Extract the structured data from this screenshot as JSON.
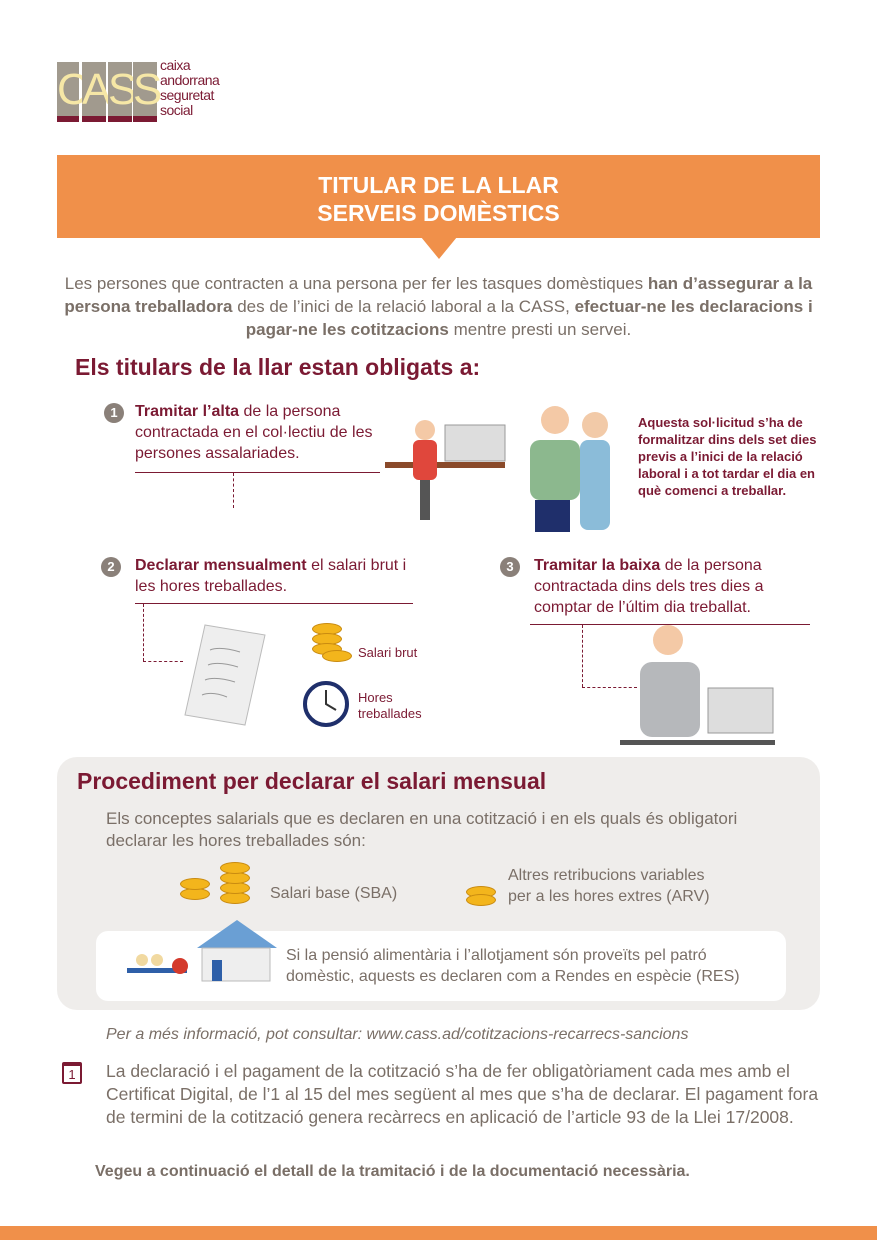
{
  "logo": {
    "letters": [
      "C",
      "A",
      "S",
      "S"
    ],
    "text": [
      "caixa",
      "andorrana",
      "seguretat",
      "social"
    ]
  },
  "banner": {
    "line1": "TITULAR DE LA LLAR",
    "line2": "SERVEIS DOMÈSTICS"
  },
  "intro": {
    "p1": "Les persones que contracten a una persona per fer les tasques domèstiques ",
    "b1": "han d’assegurar a la persona treballadora",
    "p2": " des de l’inici de la relació laboral a la CASS, ",
    "b2": "efectuar-ne les declaracions i pagar-ne les cotitzacions",
    "p3": " mentre presti un servei."
  },
  "obligations": {
    "title": "Els titulars de la llar estan obligats a:",
    "steps": [
      {
        "num": "1",
        "bold": "Tramitar l’alta",
        "text": " de la persona contractada en el col·lectiu de les persones assalariades."
      },
      {
        "num": "2",
        "bold": "Declarar mensualment",
        "text": " el salari brut i les hores treballades."
      },
      {
        "num": "3",
        "bold": "Tramitar la baixa",
        "text": " de la persona contractada dins dels tres dies a comptar de l’últim dia treballat."
      }
    ],
    "note": "Aquesta sol·licitud s’ha de formalitzar dins dels set dies previs a l’inici de la relació laboral i a tot tardar el dia en què comenci a treballar.",
    "salari_brut": "Salari brut",
    "hores": "Hores treballades"
  },
  "procedure": {
    "title": "Procediment per declarar el salari mensual",
    "intro": "Els conceptes salarials que es declaren en una cotització i en els quals és obligatori declarar les hores treballades són:",
    "sba": "Salari base (SBA)",
    "arv": "Altres retribucions variables per a les hores extres (ARV)",
    "res": "Si la pensió alimentària i l’allotjament són proveïts pel patró domèstic, aquests es declaren com a Rendes en espècie (RES)"
  },
  "more_info": "Per a més informació, pot consultar: www.cass.ad/cotitzacions-recarrecs-sancions",
  "calendar_day": "1",
  "payment_note": "La declaració i el pagament de la cotització s’ha de fer obligatòriament cada mes amb el Certificat Digital, de l’1 al 15 del mes següent al mes que s’ha de declarar. El pagament fora de termini de la cotització genera recàrrecs en aplicació de l’article 93 de la Llei 17/2008.",
  "closing": "Vegeu a continuació el detall de la tramitació i de la documentació necessària."
}
